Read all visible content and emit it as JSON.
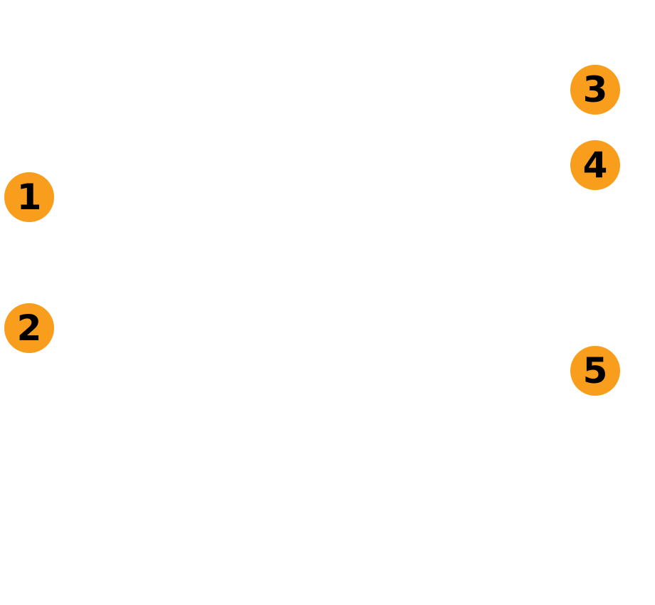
{
  "markers": [
    {
      "label": "1"
    },
    {
      "label": "2"
    },
    {
      "label": "3"
    },
    {
      "label": "4"
    },
    {
      "label": "5"
    }
  ],
  "colors": {
    "marker_fill": "#F99E1C",
    "marker_text": "#000000",
    "background": "#FFFFFF"
  }
}
